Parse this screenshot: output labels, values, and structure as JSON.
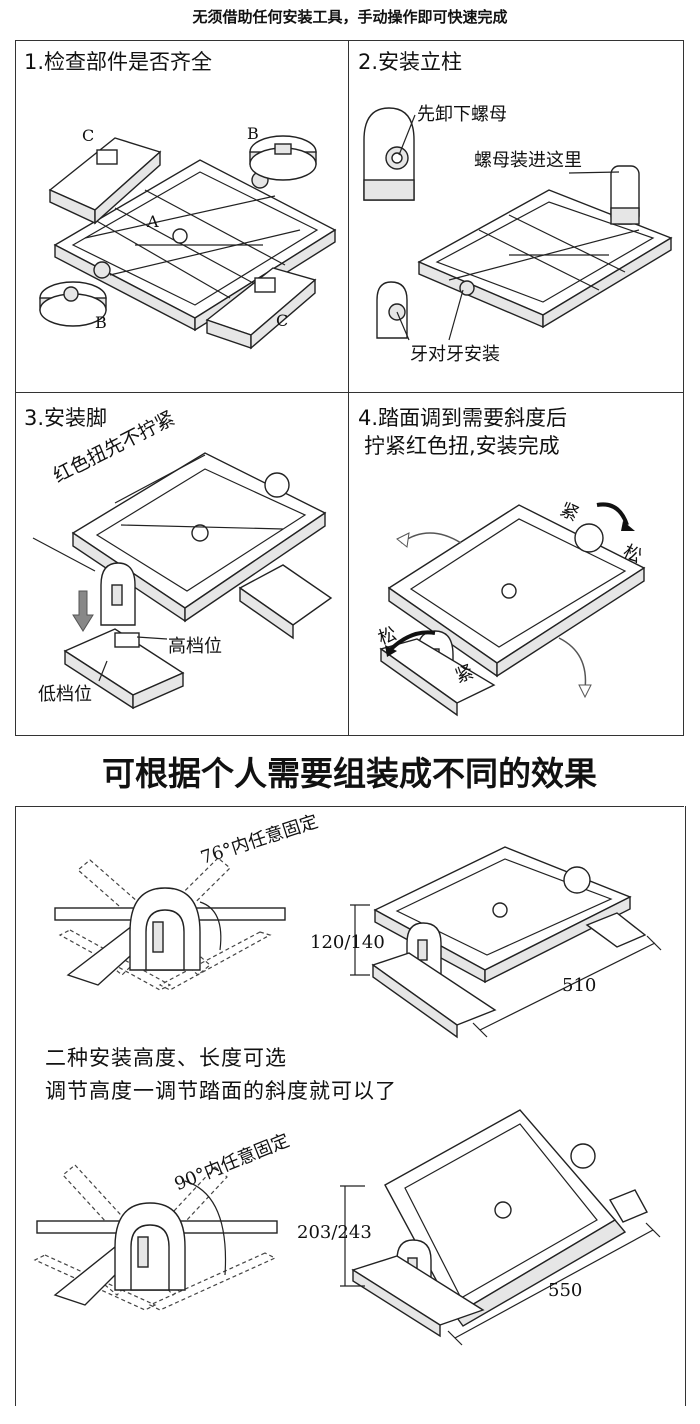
{
  "header": {
    "top_text": "无须借助任何安装工具，手动操作即可快速完成"
  },
  "panels": {
    "p1": {
      "title": "1.检查部件是否齐全",
      "labels": {
        "c1": "C",
        "b1": "B",
        "a": "A",
        "b2": "B",
        "c2": "C"
      }
    },
    "p2": {
      "title": "2.安装立柱",
      "labels": {
        "unscrew": "先卸下螺母",
        "nut_here": "螺母装进这里",
        "teeth": "牙对牙安装"
      }
    },
    "p3": {
      "title": "3.安装脚",
      "labels": {
        "red_knob": "红色扭先不拧紧",
        "high": "高档位",
        "low": "低档位"
      }
    },
    "p4": {
      "title_line1": "4.踏面调到需要斜度后",
      "title_line2": "拧紧红色扭,安装完成",
      "labels": {
        "tight_top": "紧",
        "loose_top": "松",
        "loose_bot": "松",
        "tight_bot": "紧"
      }
    }
  },
  "section": {
    "title": "可根据个人需要组装成不同的效果"
  },
  "config1": {
    "angle_label": "76°内任意固定",
    "height": "120/140",
    "length": "510"
  },
  "notes": {
    "line1": "二种安装高度、长度可选",
    "line2": "调节高度一调节踏面的斜度就可以了"
  },
  "config2": {
    "angle_label": "90°内任意固定",
    "height": "203/243",
    "length": "550"
  },
  "colors": {
    "line": "#222222",
    "shade": "#e6e6e6",
    "background": "#ffffff"
  }
}
